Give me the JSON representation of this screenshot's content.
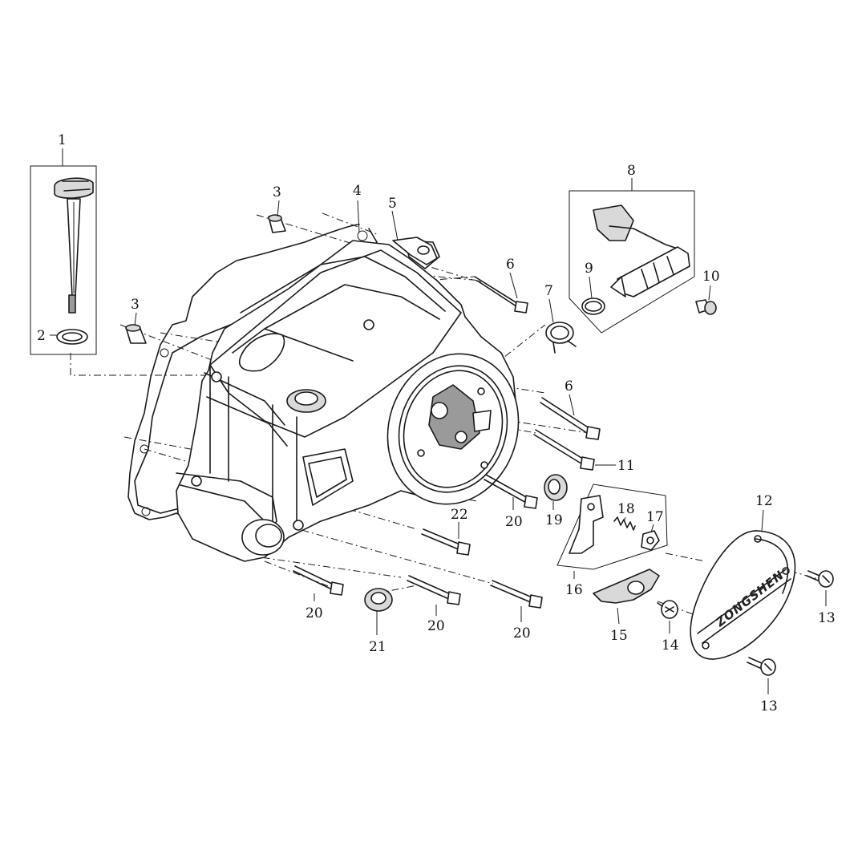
{
  "callouts": {
    "c1": "1",
    "c2": "2",
    "c3a": "3",
    "c3b": "3",
    "c4": "4",
    "c5": "5",
    "c6a": "6",
    "c6b": "6",
    "c7": "7",
    "c8": "8",
    "c9": "9",
    "c10": "10",
    "c11": "11",
    "c12": "12",
    "c13a": "13",
    "c13b": "13",
    "c14": "14",
    "c15": "15",
    "c16": "16",
    "c17": "17",
    "c18": "18",
    "c19": "19",
    "c20a": "20",
    "c20b": "20",
    "c20c": "20",
    "c20d": "20",
    "c21": "21",
    "c22": "22"
  },
  "cover_logo": "ZONGSHEN",
  "colors": {
    "line": "#1a1a1a",
    "background": "#ffffff",
    "shade": "#9a9a9a"
  }
}
